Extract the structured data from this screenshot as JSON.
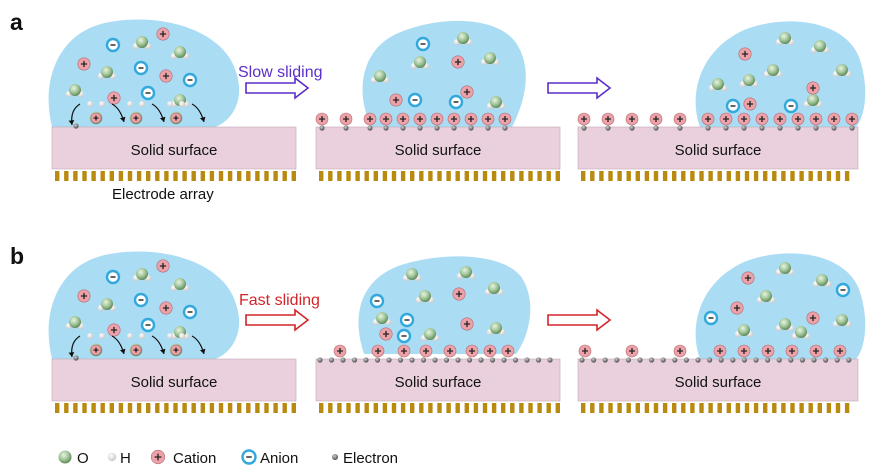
{
  "panels": [
    {
      "letter": "a",
      "speed_label": "Slow sliding",
      "speed_color": "#5b2fc7"
    },
    {
      "letter": "b",
      "speed_label": "Fast sliding",
      "speed_color": "#d1262a"
    }
  ],
  "surface_label": "Solid surface",
  "electrode_label": "Electrode array",
  "legend": {
    "oxygen": "O",
    "hydrogen": "H",
    "cation": "Cation",
    "anion": "Anion",
    "electron": "Electron"
  },
  "colors": {
    "droplet": "#aadcf4",
    "surface": "#ead0dd",
    "electrode": "#b98a12",
    "cation": "#eca2a8",
    "anion": "#32a8dc",
    "oxygen": "#8cb888",
    "hydrogen": "#d4d4d4",
    "electron": "#666666"
  },
  "icons": {
    "cation": "plus-circle-icon",
    "anion": "minus-circle-icon",
    "arrow": "outline-right-arrow-icon",
    "transfer": "curved-arrow-icon"
  }
}
